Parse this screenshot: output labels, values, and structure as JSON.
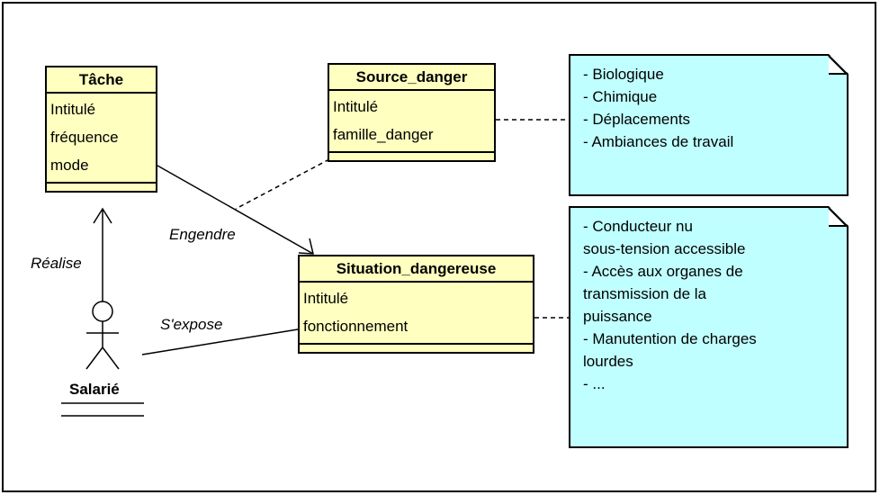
{
  "classes": {
    "tache": {
      "name": "Tâche",
      "attributes": [
        "Intitulé",
        "fréquence",
        "mode"
      ]
    },
    "source_danger": {
      "name": "Source_danger",
      "attributes": [
        "Intitulé",
        "famille_danger"
      ]
    },
    "situation_dangereuse": {
      "name": "Situation_dangereuse",
      "attributes": [
        "Intitulé",
        "fonctionnement"
      ]
    }
  },
  "actor": {
    "name": "Salarié"
  },
  "associations": {
    "realise": "Réalise",
    "engendre": "Engendre",
    "sexpose": "S'expose"
  },
  "notes": {
    "famille_danger": [
      "- Biologique",
      "- Chimique",
      "- Déplacements",
      "- Ambiances de travail"
    ],
    "situation": [
      "- Conducteur nu",
      "sous-tension accessible",
      "- Accès aux organes de",
      "transmission de la",
      "puissance",
      "- Manutention de charges",
      "lourdes",
      "- ..."
    ]
  },
  "colors": {
    "class_fill": "#ffffc0",
    "note_fill": "#c0ffff",
    "line": "#000000"
  }
}
